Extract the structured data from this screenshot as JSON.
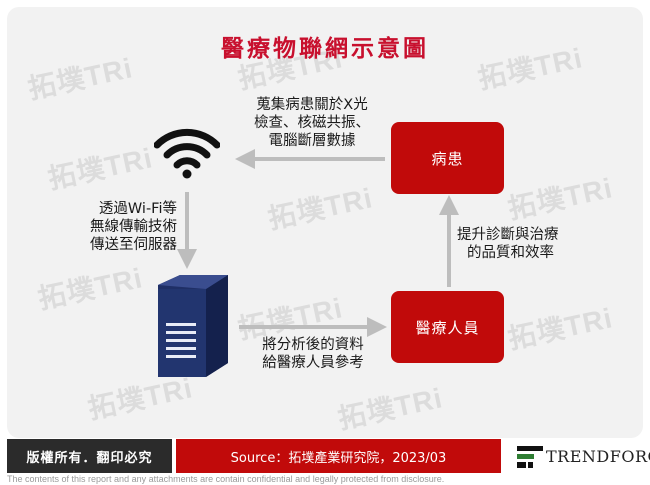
{
  "title": "醫療物聯網示意圖",
  "nodes": {
    "patient": "病患",
    "medical_staff": "醫療人員"
  },
  "labels": {
    "collect": [
      "蒐集病患關於X光",
      "檢查、核磁共振、",
      "電腦斷層數據"
    ],
    "transmit": [
      "透過Wi-Fi等",
      "無線傳輸技術",
      "傳送至伺服器"
    ],
    "analyze": [
      "將分析後的資料",
      "給醫療人員參考"
    ],
    "improve": [
      "提升診斷與治療",
      "的品質和效率"
    ]
  },
  "icons": {
    "wifi": "wifi-icon",
    "server": "server-icon"
  },
  "watermark": "拓墣TRi",
  "footer": {
    "copyright": "版權所有．翻印必究",
    "source": "Source：拓墣產業研究院，2023/03",
    "brand": "TRENDFORCE",
    "disclaimer": "The contents of this report and any attachments are contain confidential and legally protected from disclosure."
  },
  "colors": {
    "accent_red": "#c10a0a",
    "title_red": "#c8102e",
    "server_blue": "#1f2f66",
    "arrow_gray": "#bdbdbd"
  }
}
